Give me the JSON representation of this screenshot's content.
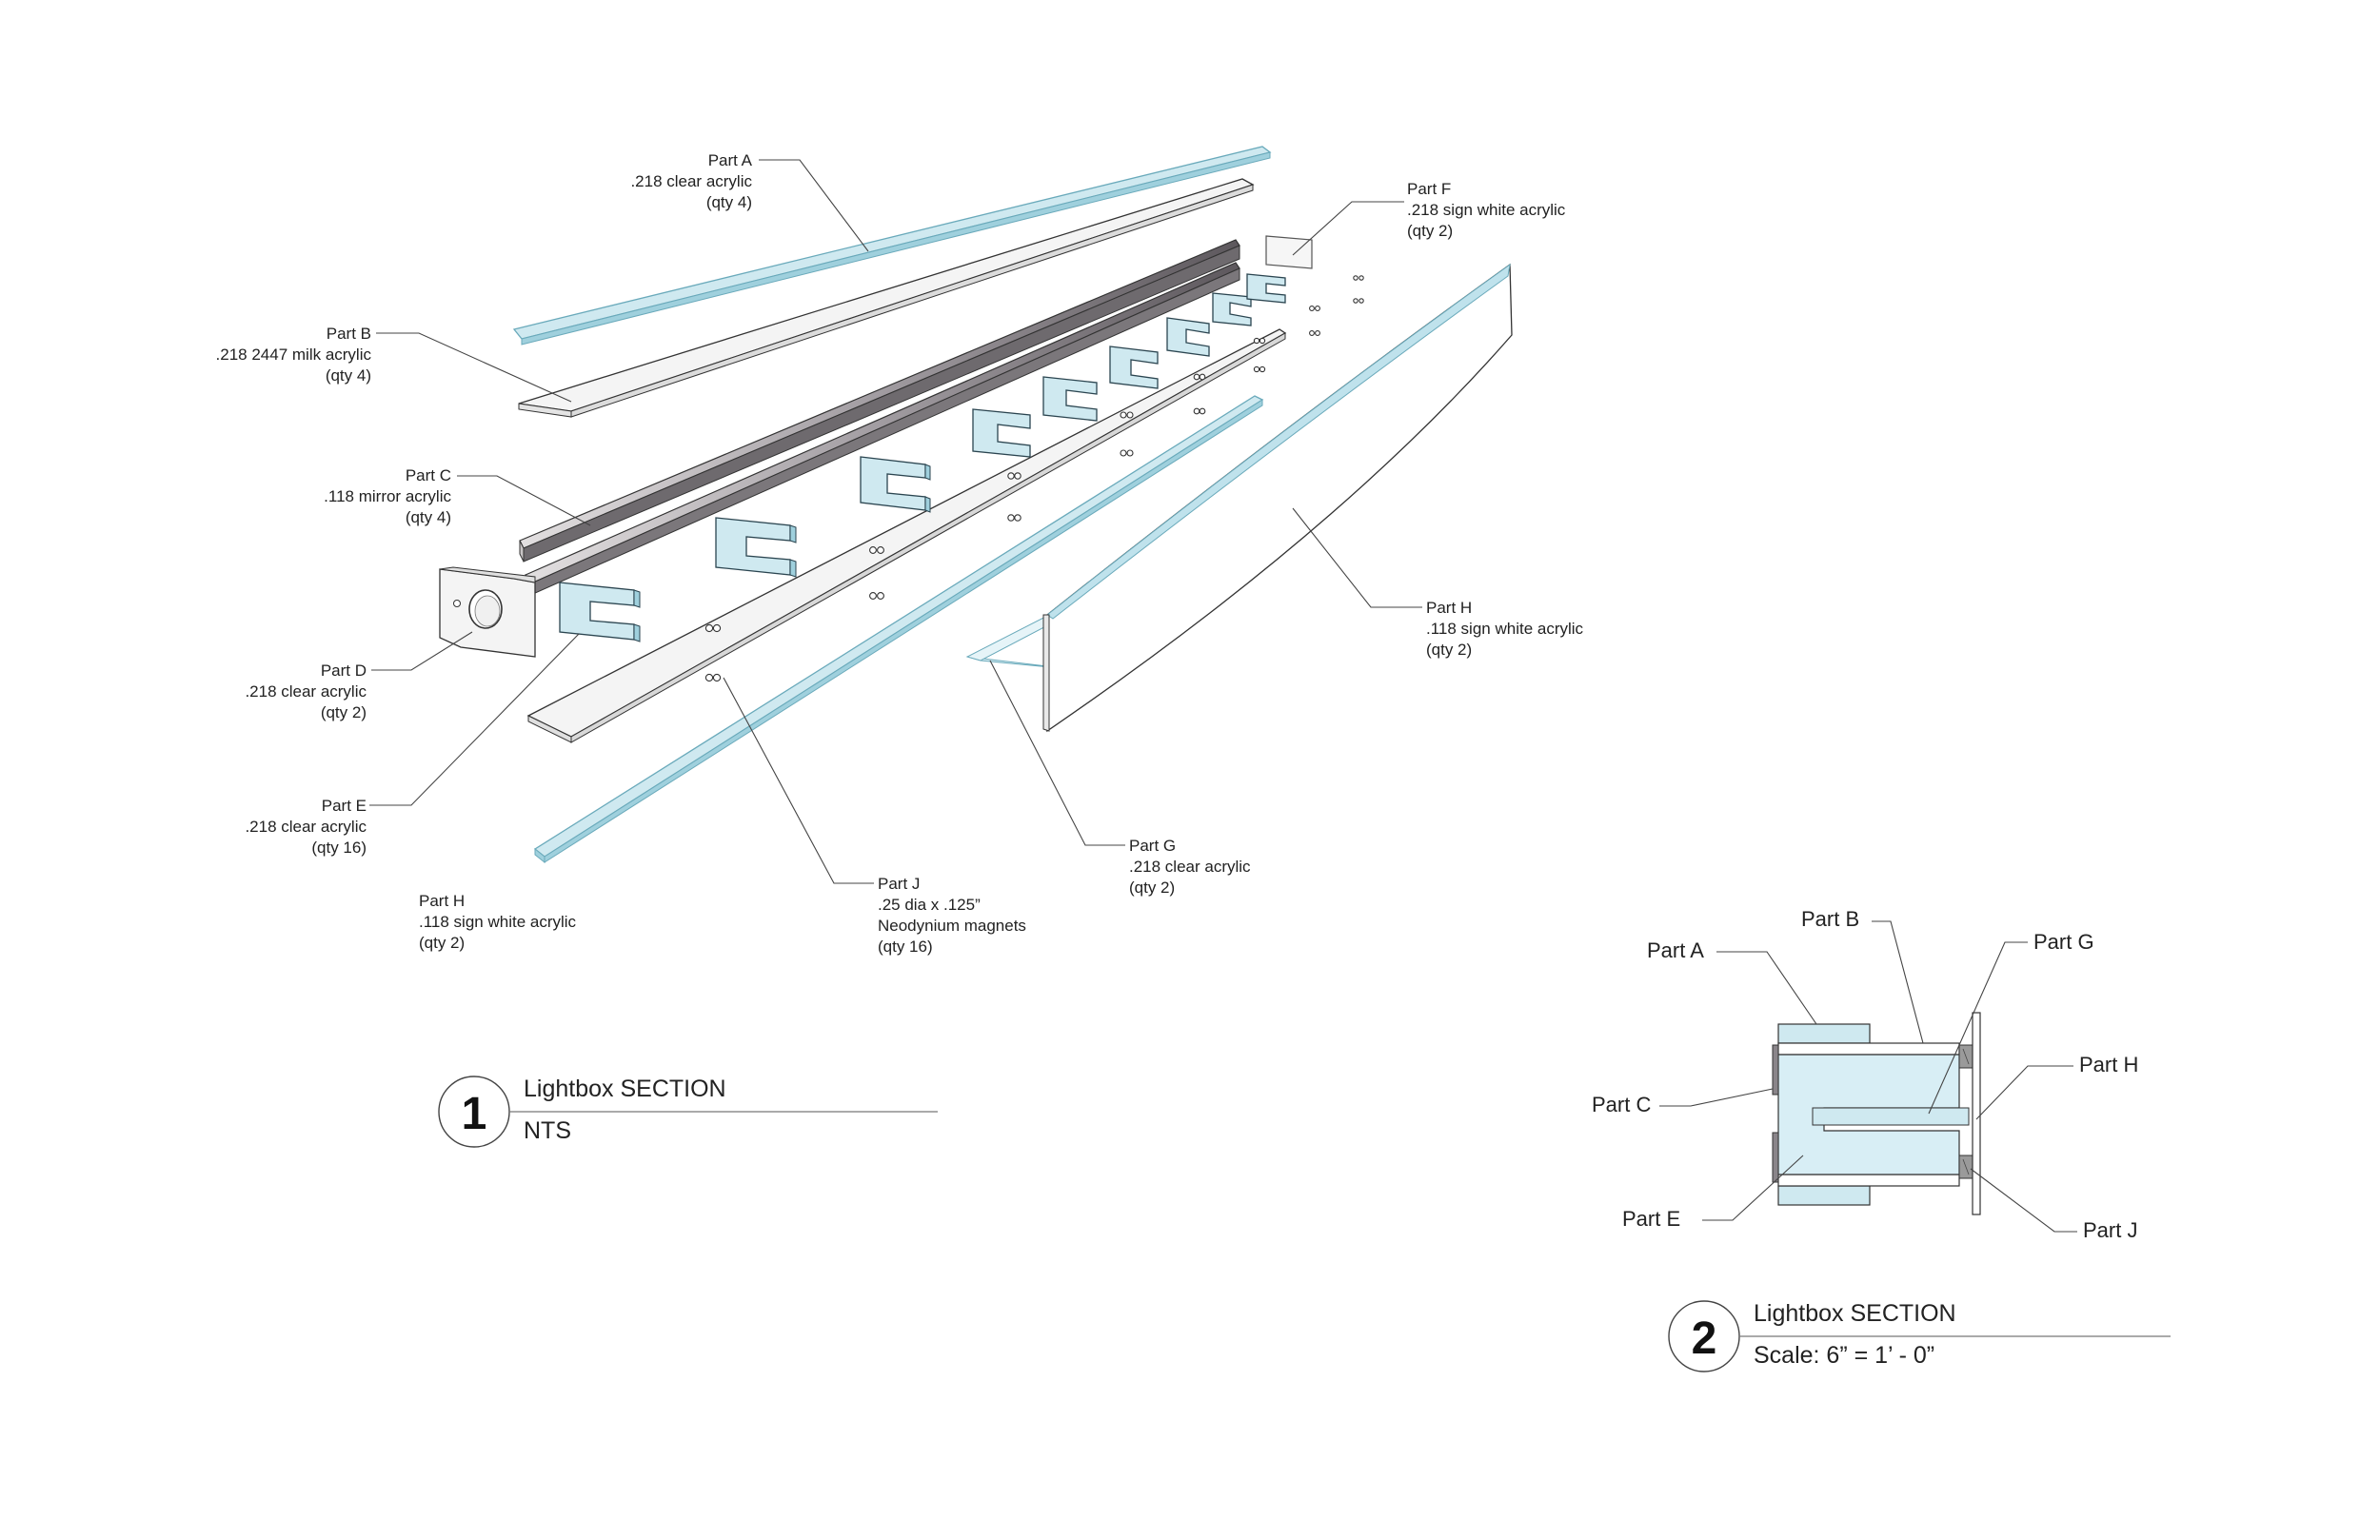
{
  "exploded_view": {
    "labels": {
      "part_a": {
        "name": "Part A",
        "material": ".218 clear acrylic",
        "qty": "(qty 4)"
      },
      "part_b": {
        "name": "Part B",
        "material": ".218 2447 milk acrylic",
        "qty": "(qty 4)"
      },
      "part_c": {
        "name": "Part C",
        "material": ".118 mirror acrylic",
        "qty": "(qty 4)"
      },
      "part_d": {
        "name": "Part D",
        "material": ".218 clear acrylic",
        "qty": "(qty 2)"
      },
      "part_e": {
        "name": "Part E",
        "material": ".218 clear acrylic",
        "qty": "(qty 16)"
      },
      "part_f": {
        "name": "Part F",
        "material": ".218 sign white acrylic",
        "qty": "(qty 2)"
      },
      "part_g": {
        "name": "Part G",
        "material": ".218 clear acrylic",
        "qty": "(qty 2)"
      },
      "part_h_right": {
        "name": "Part H",
        "material": ".118 sign white acrylic",
        "qty": "(qty 2)"
      },
      "part_h_left": {
        "name": "Part H",
        "material": ".118 sign white acrylic",
        "qty": "(qty 2)"
      },
      "part_j": {
        "name": "Part J",
        "material": ".25 dia x .125”",
        "material2": "Neodynium magnets",
        "qty": "(qty 16)"
      }
    },
    "title_block": {
      "number": "1",
      "title": "Lightbox SECTION",
      "scale": "NTS"
    }
  },
  "section_view": {
    "labels": {
      "part_a": "Part A",
      "part_b": "Part B",
      "part_c": "Part C",
      "part_e": "Part E",
      "part_g": "Part G",
      "part_h": "Part H",
      "part_j": "Part J"
    },
    "title_block": {
      "number": "2",
      "title": "Lightbox  SECTION",
      "scale": "Scale: 6” = 1’ - 0”"
    }
  },
  "colors": {
    "clear_acrylic": "#cfe9f0",
    "clear_acrylic_dark": "#a9d6e2",
    "white_acrylic": "#ffffff",
    "mirror_light": "#cfcbcb",
    "mirror_dark": "#6e6a6e",
    "line": "#333333"
  }
}
